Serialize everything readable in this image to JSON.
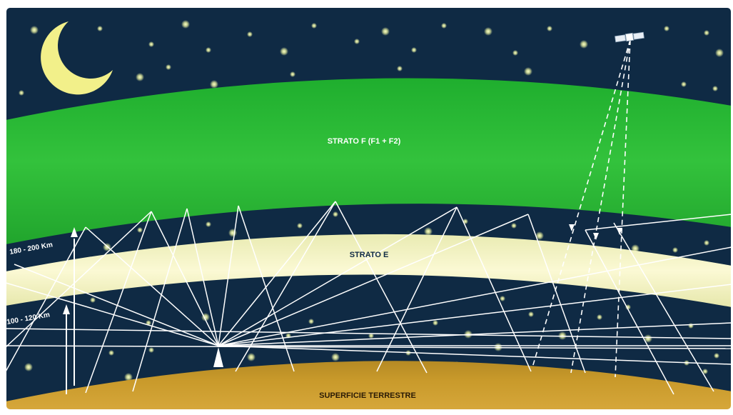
{
  "labels": {
    "layer_f": "STRATO F (F1 + F2)",
    "layer_e": "STRATO E",
    "surface": "SUPERFICIE TERRESTRE",
    "alt_upper": "180 - 200 Km",
    "alt_lower": "100 - 120 Km"
  },
  "icons": {
    "moon": "crescent-moon-icon",
    "satellite": "satellite-icon",
    "transmitter": "transmitter-icon"
  },
  "colors": {
    "sky": "#0f2a44",
    "layer_f": "#2fbf3a",
    "layer_e": "#f4f2c4",
    "surface": "#c99a2b",
    "stars": "#e8f0a0",
    "rays": "#ffffff"
  }
}
